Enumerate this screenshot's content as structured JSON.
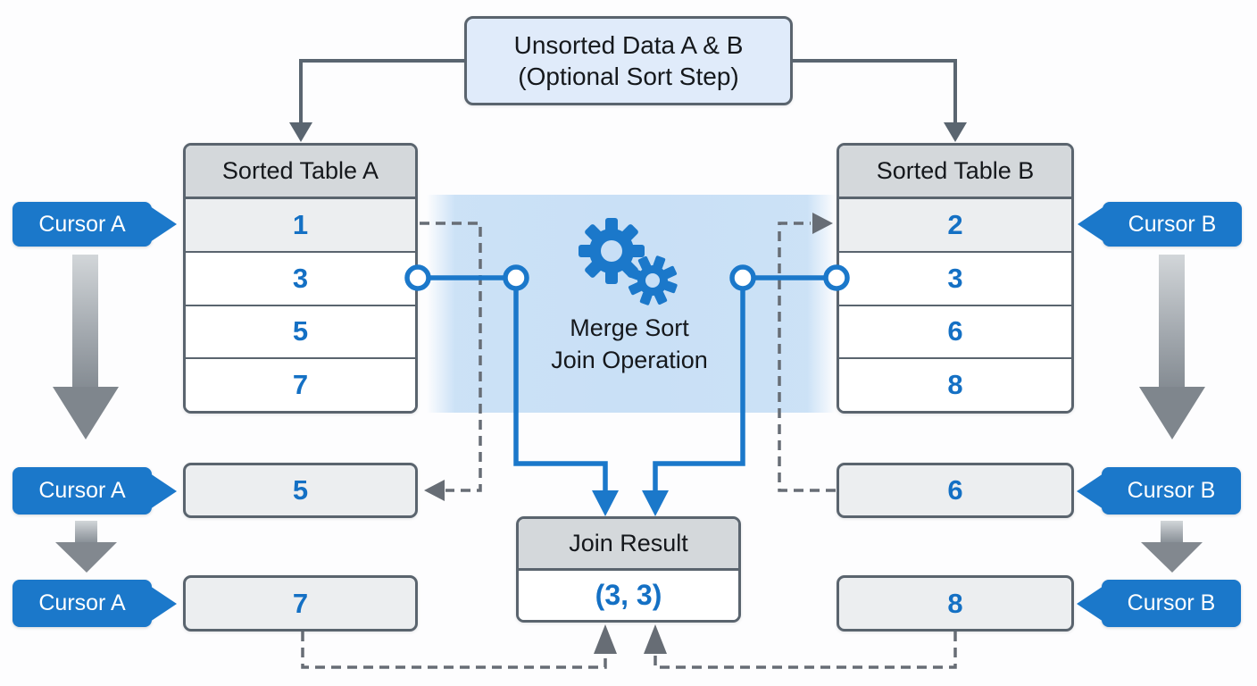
{
  "diagram": {
    "top_box": {
      "line1": "Unsorted Data A & B",
      "line2": "(Optional Sort Step)"
    },
    "table_a": {
      "title": "Sorted Table A",
      "rows": [
        "1",
        "3",
        "5",
        "7"
      ],
      "highlighted_row": "1"
    },
    "table_b": {
      "title": "Sorted Table B",
      "rows": [
        "2",
        "3",
        "6",
        "8"
      ],
      "highlighted_row": "2"
    },
    "cursor_a_label": "Cursor A",
    "cursor_b_label": "Cursor B",
    "process": {
      "line1": "Merge Sort",
      "line2": "Join Operation",
      "icon": "gears-icon"
    },
    "join_result": {
      "title": "Join Result",
      "value": "(3, 3)"
    },
    "advanced_a": [
      "5",
      "7"
    ],
    "advanced_b": [
      "6",
      "8"
    ],
    "colors": {
      "accent_blue": "#1b78ca",
      "number_blue": "#1470c4",
      "light_blue_band": "#c9e0f6",
      "top_box_fill": "#e0ebfa",
      "header_gray": "#d4d8db",
      "row_highlight_gray": "#eceef0",
      "border_gray": "#5a646e",
      "connector_gray": "#676d75"
    }
  }
}
